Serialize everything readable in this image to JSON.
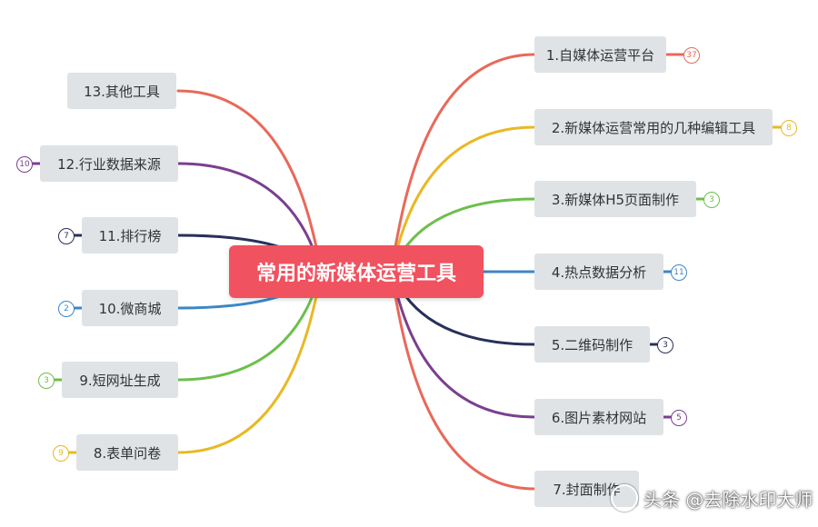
{
  "root": {
    "label": "常用的新媒体运营工具",
    "color": "#f0525f"
  },
  "right_nodes": [
    {
      "label": "1.自媒体运营平台",
      "count": "37",
      "color": "#e8695a"
    },
    {
      "label": "2.新媒体运营常用的几种编辑工具",
      "count": "8",
      "color": "#e9b824"
    },
    {
      "label": "3.新媒体H5页面制作",
      "count": "3",
      "color": "#6cbf4b"
    },
    {
      "label": "4.热点数据分析",
      "count": "11",
      "color": "#3d86c6"
    },
    {
      "label": "5.二维码制作",
      "count": "3",
      "color": "#28305a"
    },
    {
      "label": "6.图片素材网站",
      "count": "5",
      "color": "#7a3f8f"
    },
    {
      "label": "7.封面制作",
      "count": "",
      "color": "#e8695a"
    }
  ],
  "left_nodes": [
    {
      "label": "13.其他工具",
      "count": "",
      "color": "#e8695a"
    },
    {
      "label": "12.行业数据来源",
      "count": "10",
      "color": "#7a3f8f"
    },
    {
      "label": "11.排行榜",
      "count": "7",
      "color": "#28305a"
    },
    {
      "label": "10.微商城",
      "count": "2",
      "color": "#3d86c6"
    },
    {
      "label": "9.短网址生成",
      "count": "3",
      "color": "#6cbf4b"
    },
    {
      "label": "8.表单问卷",
      "count": "9",
      "color": "#e9b824"
    }
  ],
  "watermark": {
    "text": "头条 @去除水印大师"
  }
}
